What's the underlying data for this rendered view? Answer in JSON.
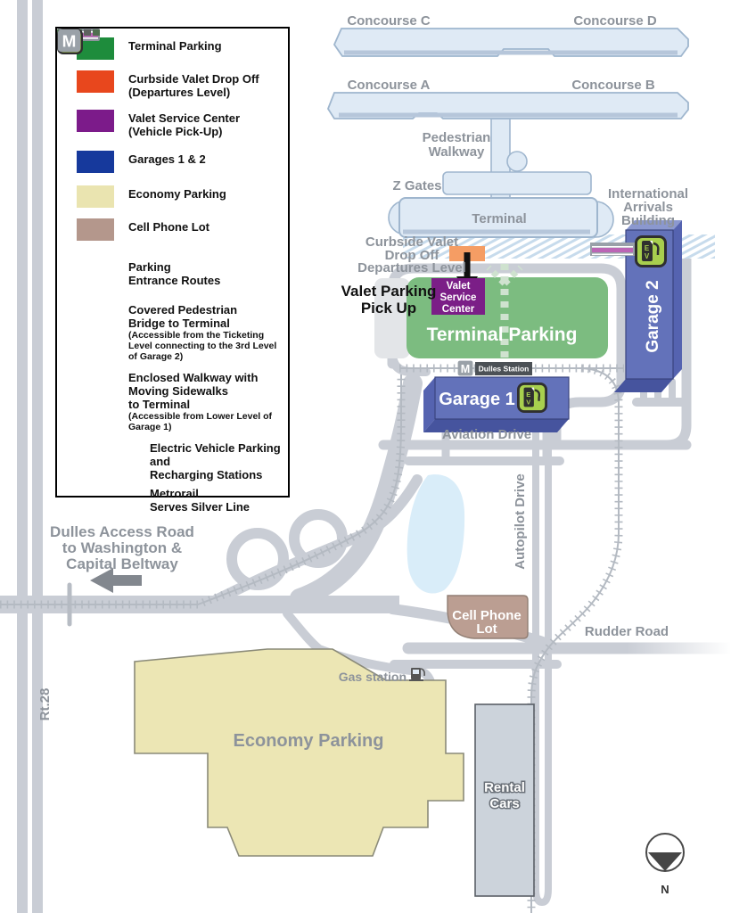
{
  "colors": {
    "terminal_parking_green": "#1e8c3c",
    "curbside_orange": "#e8471d",
    "valet_purple": "#7c1b8a",
    "garage_blue": "#16399c",
    "economy_beige": "#eae4b0",
    "cell_phone_brown": "#b4978c",
    "map_parking_green": "#7cbc80",
    "map_garage_blue": "#6372ba",
    "road_gray": "#c9cdd5",
    "terminal_blue": "#dfeaf5",
    "pond_blue": "#d9edf9",
    "label_gray": "#8d939b",
    "bridge_magenta": "#bb65b5",
    "ev_green": "#a8cf4e",
    "entrance_orange": "#f59a1f"
  },
  "icons": {
    "metro": "M",
    "ev_e": "E",
    "ev_v": "V"
  },
  "legend": {
    "items": [
      {
        "label": "Terminal Parking"
      },
      {
        "label": "Curbside Valet Drop Off",
        "label2": "(Departures Level)"
      },
      {
        "label": "Valet Service Center",
        "label2": "(Vehicle Pick-Up)"
      },
      {
        "label": "Garages 1 & 2"
      },
      {
        "label": "Economy Parking"
      },
      {
        "label": "Cell Phone Lot"
      },
      {
        "label": "Parking",
        "label2": "Entrance Routes"
      },
      {
        "label": "Covered Pedestrian",
        "label2": "Bridge to Terminal",
        "note": "(Accessible from the Ticketing Level connecting to the 3rd Level of Garage 2)"
      },
      {
        "label": "Enclosed Walkway with",
        "label2": "Moving Sidewalks",
        "label3": "to Terminal",
        "note": "(Accessible from Lower Level of Garage 1)"
      },
      {
        "label": "Electric Vehicle Parking and",
        "label2": "Recharging Stations"
      },
      {
        "label": "Metrorail",
        "label2": "Serves Silver Line"
      }
    ]
  },
  "map": {
    "labels": {
      "concourse_c": "Concourse C",
      "concourse_d": "Concourse D",
      "concourse_a": "Concourse A",
      "concourse_b": "Concourse B",
      "pedestrian_walkway": [
        "Pedestrian",
        "Walkway"
      ],
      "z_gates": "Z Gates",
      "terminal": "Terminal",
      "international_arrivals": [
        "International",
        "Arrivals",
        "Building"
      ],
      "curbside_valet": [
        "Curbside Valet",
        "Drop Off",
        "Departures Level"
      ],
      "valet_pickup": [
        "Valet Parking",
        "Pick Up"
      ],
      "valet_service_center": [
        "Valet",
        "Service",
        "Center"
      ],
      "terminal_parking": "Terminal Parking",
      "garage_2": "Garage 2",
      "garage_1": "Garage 1",
      "dulles_station": "Dulles Station",
      "aviation_drive": "Aviation Drive",
      "autopilot_drive": "Autopilot Drive",
      "cell_phone_lot": [
        "Cell Phone",
        "Lot"
      ],
      "rudder_road": "Rudder Road",
      "dulles_access": [
        "Dulles Access Road",
        "to Washington &",
        "Capital Beltway"
      ],
      "rt_28": "Rt.28",
      "gas_station": "Gas station",
      "economy_parking": "Economy Parking",
      "rental_cars": [
        "Rental",
        "Cars"
      ],
      "compass_n": "N"
    }
  }
}
